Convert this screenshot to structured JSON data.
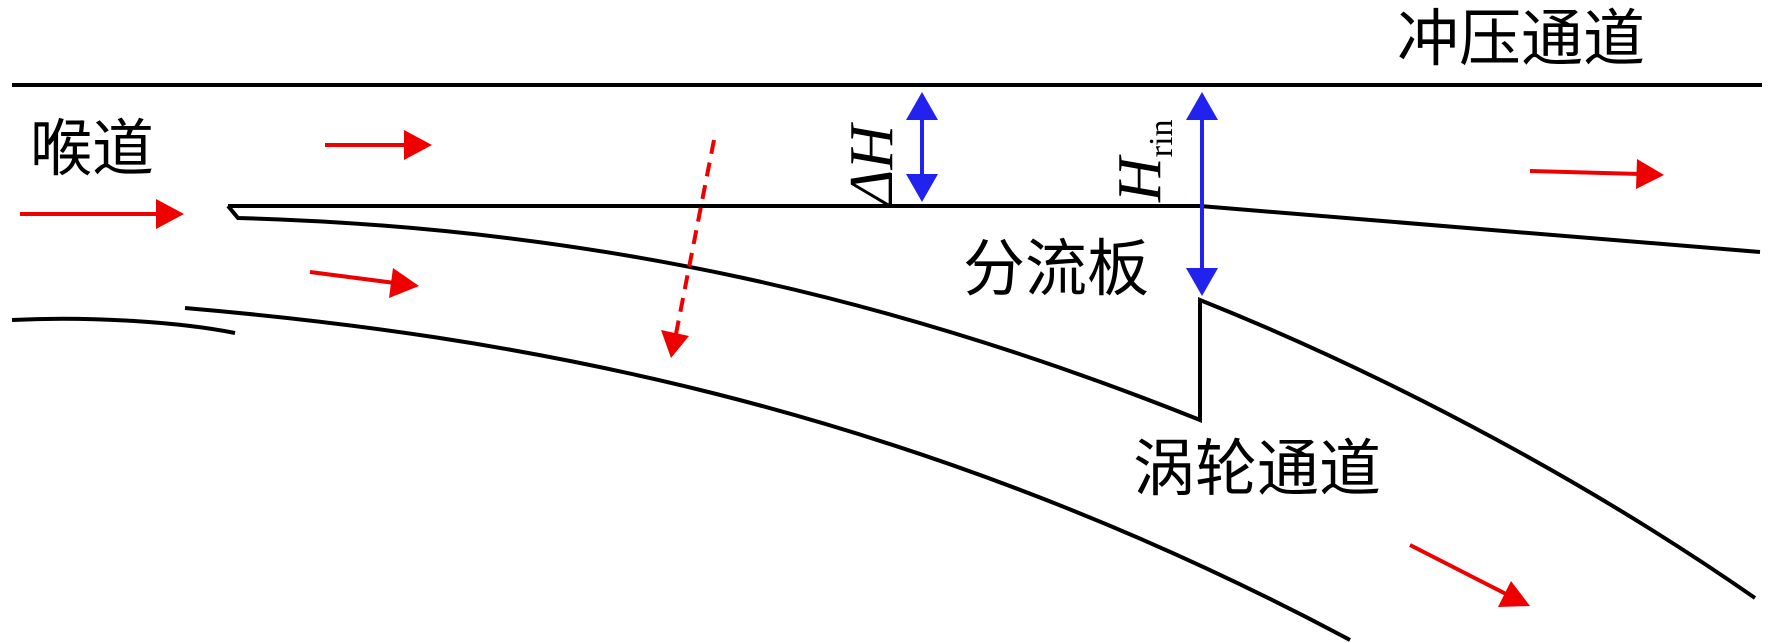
{
  "labels": {
    "ram_channel": "冲压通道",
    "throat": "喉道",
    "splitter": "分流板",
    "turbine_channel": "涡轮通道",
    "delta_h_symbol": "ΔH",
    "h_rin_symbol": "H",
    "h_rin_subscript": "rin"
  },
  "colors": {
    "walls": "#000000",
    "flow_arrows": "#ee0000",
    "dimension_arrows": "#2222ee"
  }
}
